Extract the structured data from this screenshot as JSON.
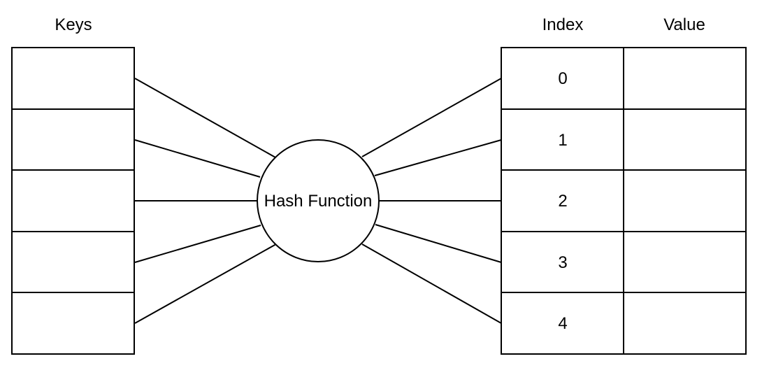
{
  "headings": {
    "keys": "Keys",
    "index": "Index",
    "value": "Value"
  },
  "hash_node": {
    "label": "Hash Function"
  },
  "keys": [
    "",
    "",
    "",
    "",
    ""
  ],
  "table": [
    {
      "index": "0",
      "value": ""
    },
    {
      "index": "1",
      "value": ""
    },
    {
      "index": "2",
      "value": ""
    },
    {
      "index": "3",
      "value": ""
    },
    {
      "index": "4",
      "value": ""
    }
  ],
  "colors": {
    "stroke": "#000000",
    "fill": "#ffffff",
    "text": "#000000"
  }
}
